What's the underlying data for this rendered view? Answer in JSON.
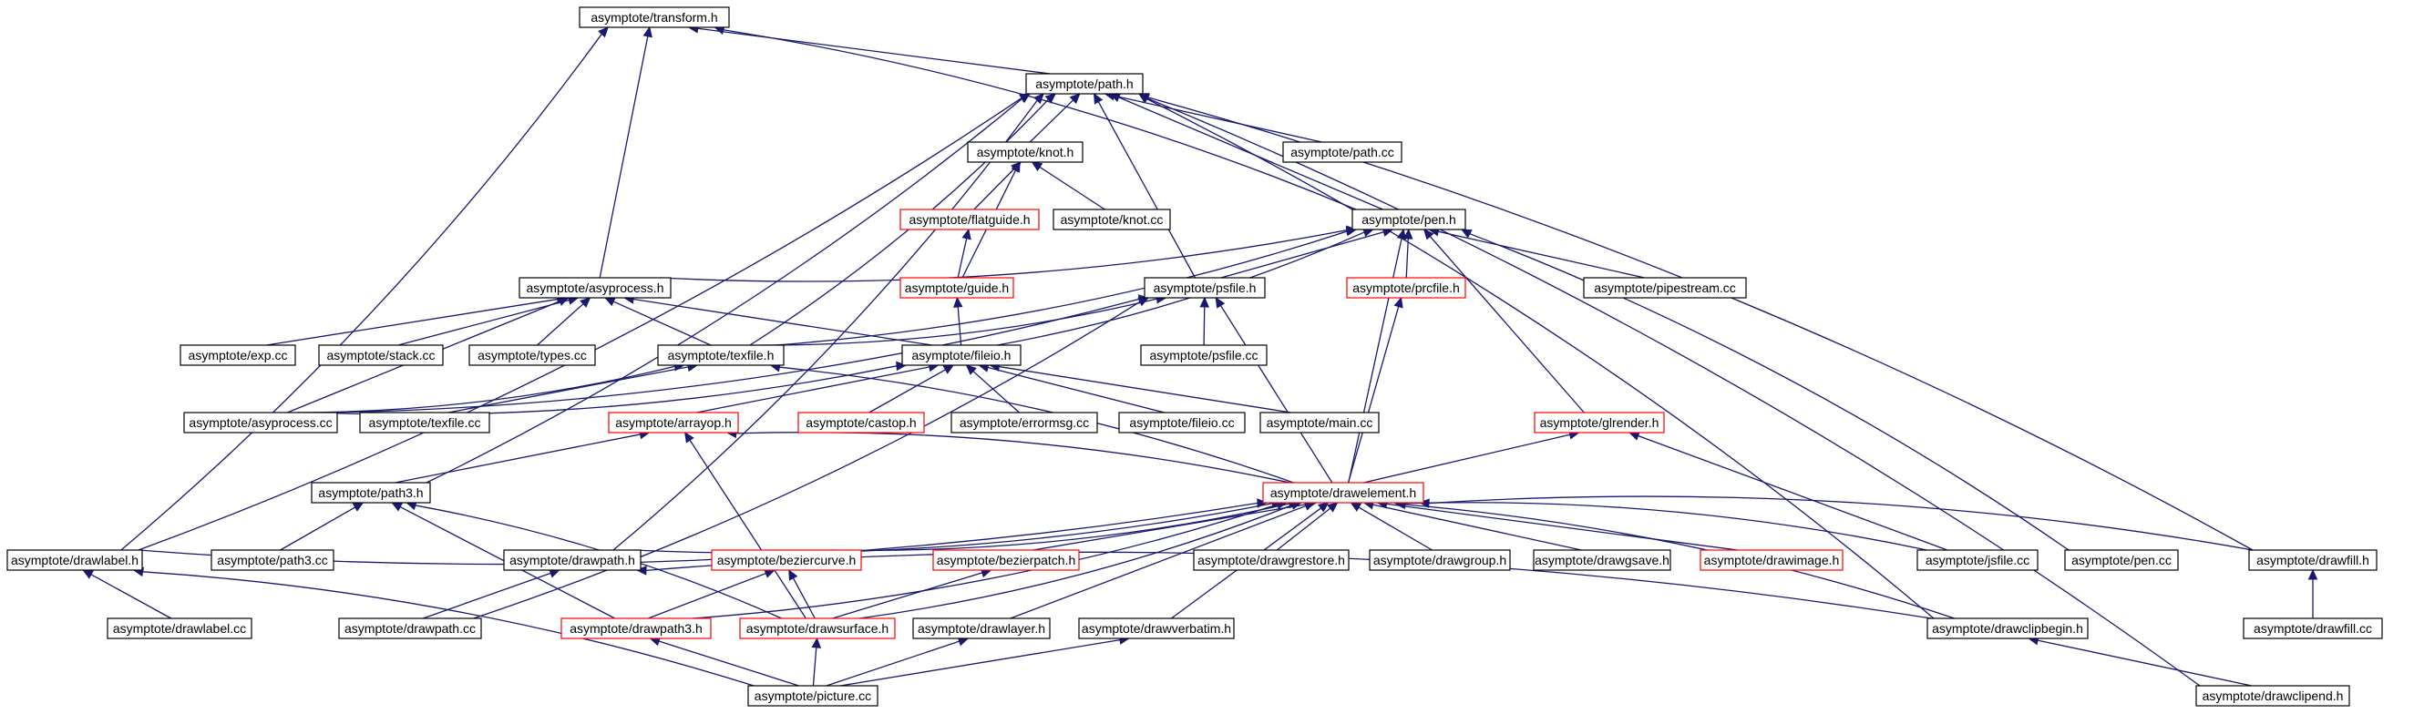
{
  "colors": {
    "edge": "#191970",
    "box_stroke_normal": "#000000",
    "box_stroke_truncated": "#ff0000",
    "root_fill": "#bfbfbf"
  },
  "nodes": [
    {
      "id": "transform_h",
      "label": "asymptote/transform.h",
      "style": "root"
    },
    {
      "id": "path_h",
      "label": "asymptote/path.h",
      "style": "normal"
    },
    {
      "id": "knot_h",
      "label": "asymptote/knot.h",
      "style": "normal"
    },
    {
      "id": "path_cc",
      "label": "asymptote/path.cc",
      "style": "normal"
    },
    {
      "id": "flatguide_h",
      "label": "asymptote/flatguide.h",
      "style": "truncated"
    },
    {
      "id": "knot_cc",
      "label": "asymptote/knot.cc",
      "style": "normal"
    },
    {
      "id": "pen_h",
      "label": "asymptote/pen.h",
      "style": "normal"
    },
    {
      "id": "asyprocess_h",
      "label": "asymptote/asyprocess.h",
      "style": "normal"
    },
    {
      "id": "guide_h",
      "label": "asymptote/guide.h",
      "style": "truncated"
    },
    {
      "id": "psfile_h",
      "label": "asymptote/psfile.h",
      "style": "normal"
    },
    {
      "id": "prcfile_h",
      "label": "asymptote/prcfile.h",
      "style": "truncated"
    },
    {
      "id": "pipestream_cc",
      "label": "asymptote/pipestream.cc",
      "style": "normal"
    },
    {
      "id": "exp_cc",
      "label": "asymptote/exp.cc",
      "style": "normal"
    },
    {
      "id": "stack_cc",
      "label": "asymptote/stack.cc",
      "style": "normal"
    },
    {
      "id": "types_cc",
      "label": "asymptote/types.cc",
      "style": "normal"
    },
    {
      "id": "texfile_h",
      "label": "asymptote/texfile.h",
      "style": "normal"
    },
    {
      "id": "fileio_h",
      "label": "asymptote/fileio.h",
      "style": "normal"
    },
    {
      "id": "psfile_cc",
      "label": "asymptote/psfile.cc",
      "style": "normal"
    },
    {
      "id": "asyprocess_cc",
      "label": "asymptote/asyprocess.cc",
      "style": "normal"
    },
    {
      "id": "texfile_cc",
      "label": "asymptote/texfile.cc",
      "style": "normal"
    },
    {
      "id": "castop_h",
      "label": "asymptote/castop.h",
      "style": "truncated"
    },
    {
      "id": "errormsg_cc",
      "label": "asymptote/errormsg.cc",
      "style": "normal"
    },
    {
      "id": "fileio_cc",
      "label": "asymptote/fileio.cc",
      "style": "normal"
    },
    {
      "id": "main_cc",
      "label": "asymptote/main.cc",
      "style": "normal"
    },
    {
      "id": "glrender_h",
      "label": "asymptote/glrender.h",
      "style": "truncated"
    },
    {
      "id": "arrayop_h",
      "label": "asymptote/arrayop.h",
      "style": "truncated"
    },
    {
      "id": "path3_h",
      "label": "asymptote/path3.h",
      "style": "normal"
    },
    {
      "id": "drawelement_h",
      "label": "asymptote/drawelement.h",
      "style": "truncated"
    },
    {
      "id": "drawlabel_h",
      "label": "asymptote/drawlabel.h",
      "style": "normal"
    },
    {
      "id": "path3_cc",
      "label": "asymptote/path3.cc",
      "style": "normal"
    },
    {
      "id": "drawpath_h",
      "label": "asymptote/drawpath.h",
      "style": "normal"
    },
    {
      "id": "beziercurve_h",
      "label": "asymptote/beziercurve.h",
      "style": "truncated"
    },
    {
      "id": "bezierpatch_h",
      "label": "asymptote/bezierpatch.h",
      "style": "truncated"
    },
    {
      "id": "drawgrestore_h",
      "label": "asymptote/drawgrestore.h",
      "style": "normal"
    },
    {
      "id": "drawgroup_h",
      "label": "asymptote/drawgroup.h",
      "style": "normal"
    },
    {
      "id": "drawgsave_h",
      "label": "asymptote/drawgsave.h",
      "style": "normal"
    },
    {
      "id": "drawimage_h",
      "label": "asymptote/drawimage.h",
      "style": "truncated"
    },
    {
      "id": "jsfile_cc",
      "label": "asymptote/jsfile.cc",
      "style": "normal"
    },
    {
      "id": "pen_cc",
      "label": "asymptote/pen.cc",
      "style": "normal"
    },
    {
      "id": "drawfill_h",
      "label": "asymptote/drawfill.h",
      "style": "normal"
    },
    {
      "id": "drawlabel_cc",
      "label": "asymptote/drawlabel.cc",
      "style": "normal"
    },
    {
      "id": "drawpath_cc",
      "label": "asymptote/drawpath.cc",
      "style": "normal"
    },
    {
      "id": "drawpath3_h",
      "label": "asymptote/drawpath3.h",
      "style": "truncated"
    },
    {
      "id": "drawsurface_h",
      "label": "asymptote/drawsurface.h",
      "style": "truncated"
    },
    {
      "id": "drawlayer_h",
      "label": "asymptote/drawlayer.h",
      "style": "normal"
    },
    {
      "id": "drawverbatim_h",
      "label": "asymptote/drawverbatim.h",
      "style": "normal"
    },
    {
      "id": "drawclipbegin_h",
      "label": "asymptote/drawclipbegin.h",
      "style": "normal"
    },
    {
      "id": "drawfill_cc",
      "label": "asymptote/drawfill.cc",
      "style": "normal"
    },
    {
      "id": "picture_cc",
      "label": "asymptote/picture.cc",
      "style": "normal"
    },
    {
      "id": "drawclipend_h",
      "label": "asymptote/drawclipend.h",
      "style": "normal"
    }
  ],
  "edges": [
    [
      "path_h",
      "transform_h"
    ],
    [
      "asyprocess_h",
      "transform_h"
    ],
    [
      "drawlabel_h",
      "transform_h"
    ],
    [
      "pen_h",
      "transform_h"
    ],
    [
      "knot_h",
      "path_h"
    ],
    [
      "path_cc",
      "path_h"
    ],
    [
      "pen_h",
      "path_h"
    ],
    [
      "psfile_h",
      "path_h"
    ],
    [
      "texfile_h",
      "path_h"
    ],
    [
      "path3_h",
      "path_h"
    ],
    [
      "drawlabel_h",
      "path_h"
    ],
    [
      "drawpath_h",
      "path_h"
    ],
    [
      "drawfill_h",
      "path_h"
    ],
    [
      "drawclipbegin_h",
      "path_h"
    ],
    [
      "drawclipend_h",
      "path_h"
    ],
    [
      "flatguide_h",
      "knot_h"
    ],
    [
      "knot_cc",
      "knot_h"
    ],
    [
      "guide_h",
      "knot_h"
    ],
    [
      "guide_h",
      "flatguide_h"
    ],
    [
      "fileio_h",
      "guide_h"
    ],
    [
      "asyprocess_h",
      "pen_h"
    ],
    [
      "psfile_h",
      "pen_h"
    ],
    [
      "prcfile_h",
      "pen_h"
    ],
    [
      "pipestream_cc",
      "pen_h"
    ],
    [
      "texfile_h",
      "pen_h"
    ],
    [
      "fileio_h",
      "pen_h"
    ],
    [
      "glrender_h",
      "pen_h"
    ],
    [
      "drawelement_h",
      "pen_h"
    ],
    [
      "pen_cc",
      "pen_h"
    ],
    [
      "exp_cc",
      "asyprocess_h"
    ],
    [
      "stack_cc",
      "asyprocess_h"
    ],
    [
      "types_cc",
      "asyprocess_h"
    ],
    [
      "texfile_h",
      "asyprocess_h"
    ],
    [
      "fileio_h",
      "asyprocess_h"
    ],
    [
      "asyprocess_cc",
      "asyprocess_h"
    ],
    [
      "texfile_h",
      "psfile_h"
    ],
    [
      "psfile_cc",
      "psfile_h"
    ],
    [
      "asyprocess_cc",
      "psfile_h"
    ],
    [
      "drawelement_h",
      "psfile_h"
    ],
    [
      "drawpath_cc",
      "psfile_h"
    ],
    [
      "drawelement_h",
      "prcfile_h"
    ],
    [
      "asyprocess_cc",
      "texfile_h"
    ],
    [
      "texfile_cc",
      "texfile_h"
    ],
    [
      "drawelement_h",
      "texfile_h"
    ],
    [
      "castop_h",
      "fileio_h"
    ],
    [
      "errormsg_cc",
      "fileio_h"
    ],
    [
      "fileio_cc",
      "fileio_h"
    ],
    [
      "main_cc",
      "fileio_h"
    ],
    [
      "arrayop_h",
      "fileio_h"
    ],
    [
      "asyprocess_cc",
      "fileio_h"
    ],
    [
      "drawelement_h",
      "glrender_h"
    ],
    [
      "jsfile_cc",
      "glrender_h"
    ],
    [
      "drawelement_h",
      "arrayop_h"
    ],
    [
      "path3_h",
      "arrayop_h"
    ],
    [
      "drawsurface_h",
      "arrayop_h"
    ],
    [
      "path3_cc",
      "path3_h"
    ],
    [
      "drawpath3_h",
      "path3_h"
    ],
    [
      "drawsurface_h",
      "path3_h"
    ],
    [
      "drawlabel_h",
      "drawelement_h"
    ],
    [
      "drawpath_h",
      "drawelement_h"
    ],
    [
      "beziercurve_h",
      "drawelement_h"
    ],
    [
      "bezierpatch_h",
      "drawelement_h"
    ],
    [
      "drawgrestore_h",
      "drawelement_h"
    ],
    [
      "drawgroup_h",
      "drawelement_h"
    ],
    [
      "drawgsave_h",
      "drawelement_h"
    ],
    [
      "drawimage_h",
      "drawelement_h"
    ],
    [
      "jsfile_cc",
      "drawelement_h"
    ],
    [
      "drawfill_h",
      "drawelement_h"
    ],
    [
      "drawpath3_h",
      "drawelement_h"
    ],
    [
      "drawsurface_h",
      "drawelement_h"
    ],
    [
      "drawlayer_h",
      "drawelement_h"
    ],
    [
      "drawverbatim_h",
      "drawelement_h"
    ],
    [
      "drawclipbegin_h",
      "drawelement_h"
    ],
    [
      "drawlabel_cc",
      "drawlabel_h"
    ],
    [
      "picture_cc",
      "drawlabel_h"
    ],
    [
      "drawpath_cc",
      "drawpath_h"
    ],
    [
      "drawclipbegin_h",
      "drawpath_h"
    ],
    [
      "drawpath3_h",
      "beziercurve_h"
    ],
    [
      "drawsurface_h",
      "beziercurve_h"
    ],
    [
      "drawsurface_h",
      "bezierpatch_h"
    ],
    [
      "drawfill_cc",
      "drawfill_h"
    ],
    [
      "picture_cc",
      "drawpath3_h"
    ],
    [
      "picture_cc",
      "drawsurface_h"
    ],
    [
      "picture_cc",
      "drawlayer_h"
    ],
    [
      "picture_cc",
      "drawverbatim_h"
    ],
    [
      "drawclipend_h",
      "drawclipbegin_h"
    ]
  ]
}
